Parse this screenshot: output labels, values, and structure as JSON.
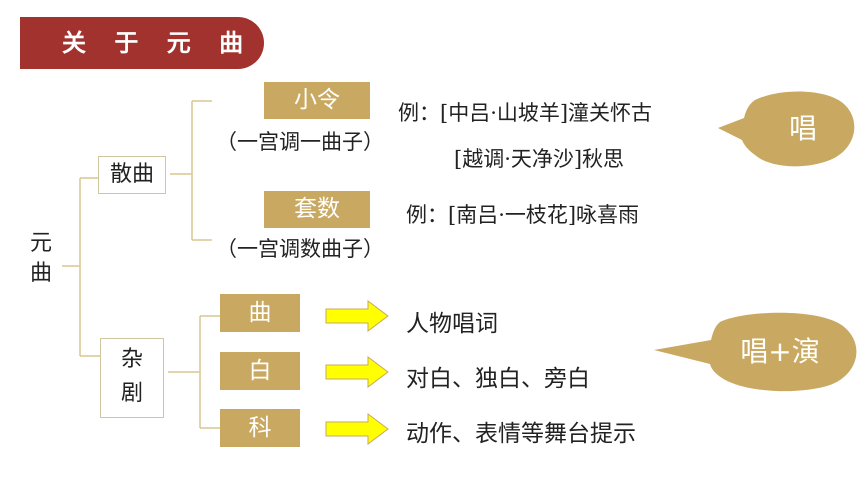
{
  "title": "关 于 元 曲",
  "root": "元曲",
  "sanqu": {
    "label": "散曲",
    "xiaoling": {
      "label": "小令",
      "note": "（一宫调一曲子）",
      "example1": "例：[中吕·山坡羊]潼关怀古",
      "example2": "[越调·天净沙]秋思"
    },
    "taoshu": {
      "label": "套数",
      "note": "（一宫调数曲子）",
      "example": "例：[南吕·一枝花]咏喜雨"
    },
    "bubble": "唱"
  },
  "zaju": {
    "label": "杂剧",
    "items": [
      {
        "label": "曲",
        "desc": "人物唱词"
      },
      {
        "label": "白",
        "desc": "对白、独白、旁白"
      },
      {
        "label": "科",
        "desc": "动作、表情等舞台提示"
      }
    ],
    "bubble": "唱+演"
  },
  "colors": {
    "title_bg": "#a2322d",
    "gold": "#c9a961",
    "arrow": "#ffff00",
    "bracket": "#d9c68f"
  }
}
